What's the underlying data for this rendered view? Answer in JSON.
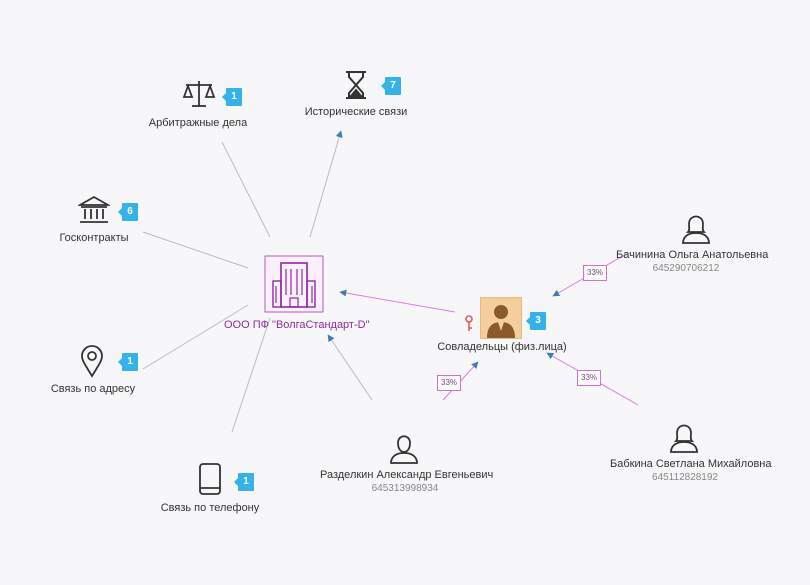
{
  "company": {
    "name": "ООО ПФ \"ВолгаСтандарт-D\""
  },
  "categories": {
    "arbitration": {
      "label": "Арбитражные дела",
      "count": "1"
    },
    "historical": {
      "label": "Исторические связи",
      "count": "7"
    },
    "contracts": {
      "label": "Госконтракты",
      "count": "6"
    },
    "address": {
      "label": "Связь по адресу",
      "count": "1"
    },
    "phone": {
      "label": "Связь по телефону",
      "count": "1"
    }
  },
  "coowners": {
    "label": "Совладельцы (физ.лица)",
    "count": "3"
  },
  "persons": [
    {
      "name": "Бачинина Ольга Анатольевна",
      "inn": "645290706212",
      "share": "33%"
    },
    {
      "name": "Бабкина Светлана Михайловна",
      "inn": "645112828192",
      "share": "33%"
    },
    {
      "name": "Разделкин Александр Евгеньевич",
      "inn": "645313998934",
      "share": "33%"
    }
  ],
  "colors": {
    "company": "#8e2aa0",
    "badge": "#35b3e8",
    "ownership_edge": "#e07be0",
    "link_edge": "#bbbbbb",
    "arrow": "#3f7fb0"
  }
}
